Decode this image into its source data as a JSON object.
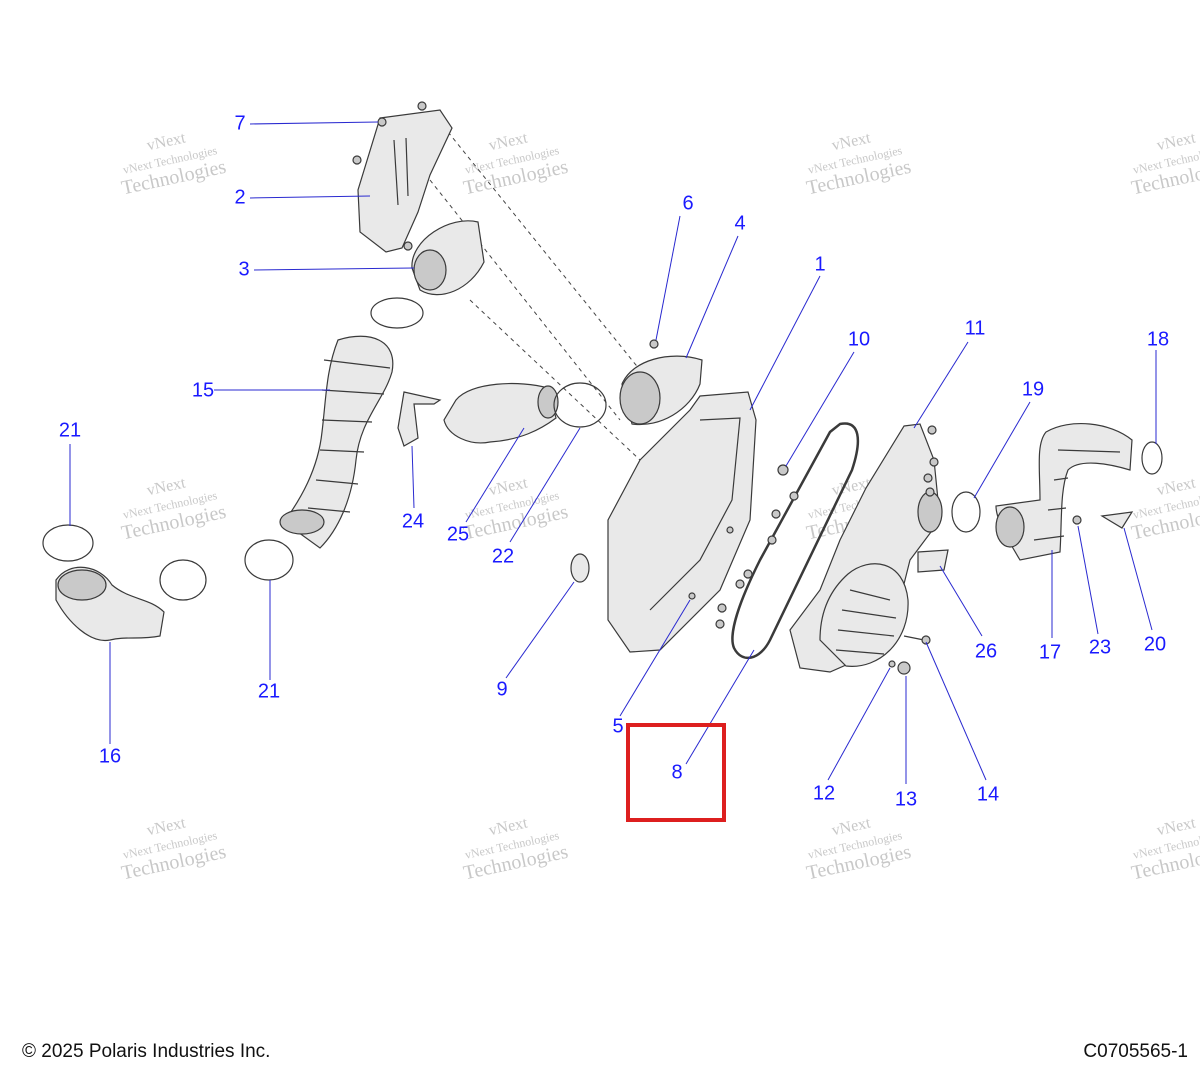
{
  "watermark": {
    "line1": "vNext",
    "line2": "vNext Technologies",
    "line3": "Technologies"
  },
  "callouts": {
    "c1": "1",
    "c2": "2",
    "c3": "3",
    "c4": "4",
    "c5": "5",
    "c6": "6",
    "c7": "7",
    "c8": "8",
    "c9": "9",
    "c10": "10",
    "c11": "11",
    "c12": "12",
    "c13": "13",
    "c14": "14",
    "c15": "15",
    "c16": "16",
    "c17": "17",
    "c18": "18",
    "c19": "19",
    "c20": "20",
    "c21a": "21",
    "c21b": "21",
    "c22": "22",
    "c23": "23",
    "c24": "24",
    "c25": "25",
    "c26": "26"
  },
  "highlight": {
    "target": "8",
    "color": "#dd1f1f"
  },
  "footer": {
    "copyright": "© 2025 Polaris Industries Inc.",
    "code": "C0705565-1"
  },
  "colors": {
    "callout": "#1a1aff",
    "highlight": "#dd1f1f"
  }
}
